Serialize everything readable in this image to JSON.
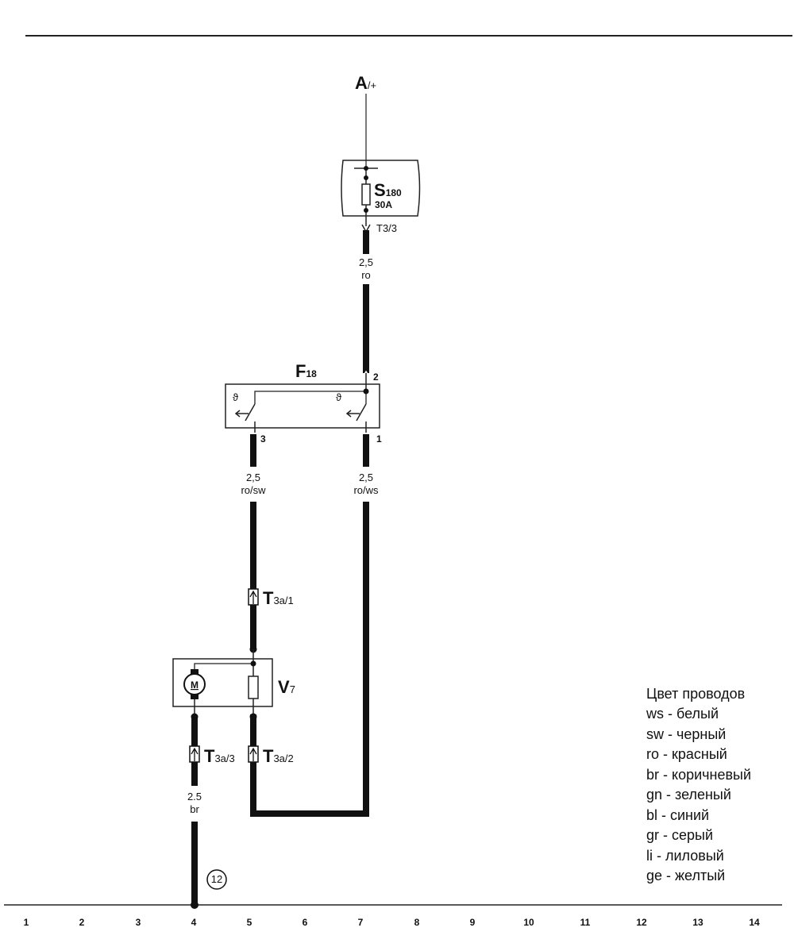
{
  "supply": {
    "label": "A",
    "sub": "/+"
  },
  "fuse": {
    "label": "S",
    "sub": "180",
    "rating": "30A",
    "terminal": "T3/3"
  },
  "wire_s180_f18": {
    "gauge": "2,5",
    "color": "ro"
  },
  "switch": {
    "label": "F",
    "sub": "18",
    "pin_in": "2",
    "pin_out_left": "3",
    "pin_out_right": "1"
  },
  "wire_f18_3": {
    "gauge": "2,5",
    "color": "ro/sw"
  },
  "wire_f18_1": {
    "gauge": "2,5",
    "color": "ro/ws"
  },
  "connectors": [
    {
      "label": "T",
      "sub": "3a/1"
    },
    {
      "label": "T",
      "sub": "3a/3"
    },
    {
      "label": "T",
      "sub": "3a/2"
    }
  ],
  "fan": {
    "label": "V",
    "sub": "7",
    "motor_symbol": "M"
  },
  "wire_ground": {
    "gauge": "2.5",
    "color": "br"
  },
  "ground_point": "12",
  "grid_numbers": [
    "1",
    "2",
    "3",
    "4",
    "5",
    "6",
    "7",
    "8",
    "9",
    "10",
    "11",
    "12",
    "13",
    "14"
  ],
  "legend": {
    "title": "Цвет проводов",
    "items": [
      "ws - белый",
      "sw - черный",
      "ro - красный",
      "br - коричневый",
      "gn - зеленый",
      "bl - синий",
      "gr - серый",
      "li - лиловый",
      "ge - желтый"
    ]
  }
}
